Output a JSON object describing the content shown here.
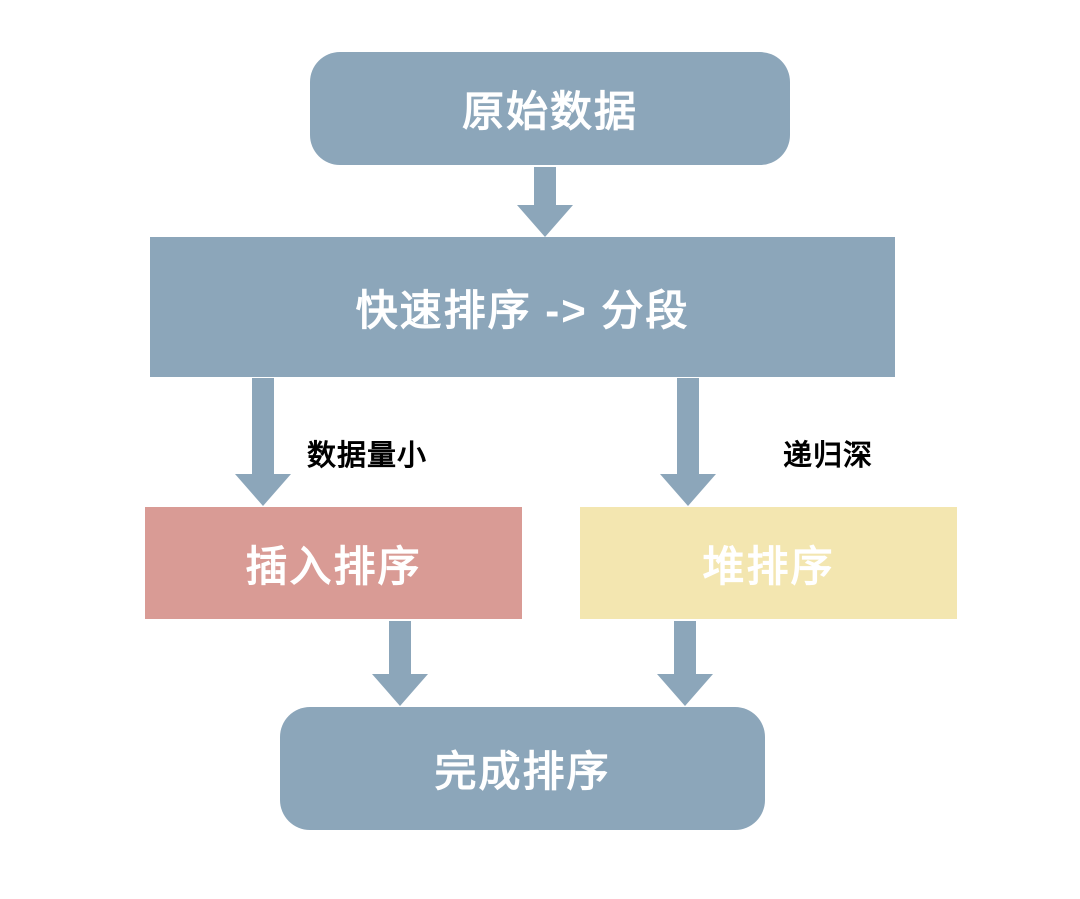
{
  "diagram": {
    "type": "flowchart",
    "background_color": "#ffffff",
    "colors": {
      "primary_node": "#8ca6ba",
      "insertion_node": "#d99b95",
      "heap_node": "#f3e6b0",
      "arrow": "#8ca6ba",
      "node_text": "#ffffff",
      "edge_label_text": "#000000"
    },
    "nodes": {
      "source": {
        "label": "原始数据",
        "color": "#8ca6ba",
        "text_color": "#ffffff",
        "shape": "rounded-rectangle"
      },
      "quicksort": {
        "label": "快速排序 -> 分段",
        "color": "#8ca6ba",
        "text_color": "#ffffff",
        "shape": "rectangle"
      },
      "insertion": {
        "label": "插入排序",
        "color": "#d99b95",
        "text_color": "#ffffff",
        "shape": "rectangle"
      },
      "heap": {
        "label": "堆排序",
        "color": "#f3e6b0",
        "text_color": "#ffffff",
        "shape": "rectangle"
      },
      "done": {
        "label": "完成排序",
        "color": "#8ca6ba",
        "text_color": "#ffffff",
        "shape": "rounded-rectangle"
      }
    },
    "edges": [
      {
        "from": "source",
        "to": "quicksort",
        "label": ""
      },
      {
        "from": "quicksort",
        "to": "insertion",
        "label": "数据量小"
      },
      {
        "from": "quicksort",
        "to": "heap",
        "label": "递归深"
      },
      {
        "from": "insertion",
        "to": "done",
        "label": ""
      },
      {
        "from": "heap",
        "to": "done",
        "label": ""
      }
    ],
    "edge_labels": {
      "small_data": "数据量小",
      "deep_recursion": "递归深"
    }
  }
}
